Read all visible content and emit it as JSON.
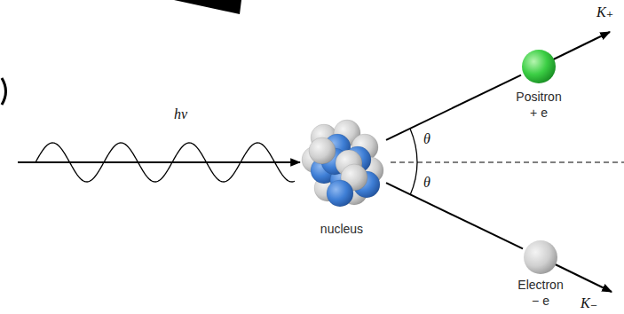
{
  "diagram": {
    "nodes": [
      {
        "text": [
          "Positron",
          "+ e"
        ]
      },
      {
        "text": [
          "nucleus"
        ]
      },
      {
        "text": [
          "Electron",
          "− e"
        ]
      }
    ],
    "edges": [
      {
        "from": 1,
        "to": 0,
        "arrow": "none"
      },
      {
        "from": 1,
        "to": 2,
        "arrow": "none"
      }
    ],
    "labels": [
      "K₊",
      "hv",
      "θ",
      "θ",
      "K₋"
    ]
  }
}
